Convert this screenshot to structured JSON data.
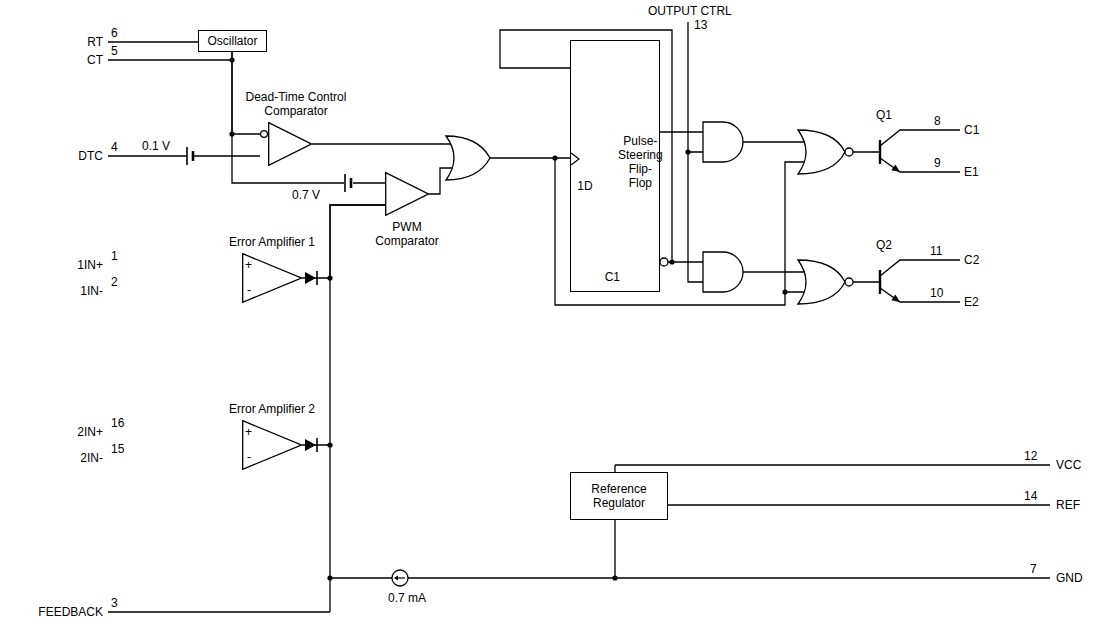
{
  "diagram": {
    "nodes": [
      {
        "text": [
          "Oscillator"
        ]
      },
      {
        "text": [
          "Dead-Time Control Comparator"
        ]
      },
      {
        "text": [
          "PWM Comparator"
        ]
      },
      {
        "text": [
          "Error Amplifier 1"
        ]
      },
      {
        "text": [
          "Error Amplifier 2"
        ]
      },
      {
        "text": [
          "1D",
          "C1",
          "Pulse-Steering Flip-Flop"
        ]
      },
      {
        "text": [
          "Reference Regulator"
        ]
      }
    ],
    "edges": [
      {
        "from": 0,
        "to": 1,
        "arrow": "none"
      },
      {
        "from": 0,
        "to": 2,
        "arrow": "none"
      },
      {
        "from": 3,
        "to": 2,
        "arrow": "none"
      },
      {
        "from": 4,
        "to": 2,
        "arrow": "none"
      }
    ],
    "labels": [
      "6",
      "RT",
      "5",
      "CT",
      "4",
      "DTC",
      "0.1 V",
      "0.7 V",
      "1",
      "1IN+",
      "2",
      "1IN-",
      "+",
      "-",
      "16",
      "2IN+",
      "15",
      "2IN-",
      "+",
      "-",
      "3",
      "FEEDBACK",
      "0.7 mA",
      "OUTPUT CTRL",
      "13",
      "Q1",
      "8",
      "C1",
      "9",
      "E1",
      "Q2",
      "11",
      "C2",
      "10",
      "E2",
      "12",
      "VCC",
      "14",
      "REF",
      "7",
      "GND"
    ]
  }
}
